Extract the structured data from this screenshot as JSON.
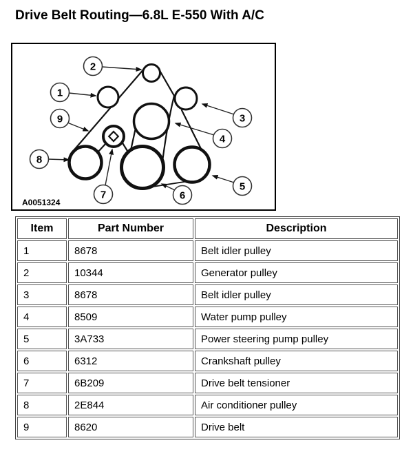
{
  "title": "Drive Belt Routing—6.8L E-550 With A/C",
  "diagram": {
    "figure_id": "A0051324",
    "callouts": [
      {
        "label": "1"
      },
      {
        "label": "2"
      },
      {
        "label": "3"
      },
      {
        "label": "4"
      },
      {
        "label": "5"
      },
      {
        "label": "6"
      },
      {
        "label": "7"
      },
      {
        "label": "8"
      },
      {
        "label": "9"
      }
    ]
  },
  "table": {
    "headers": [
      "Item",
      "Part Number",
      "Description"
    ],
    "rows": [
      {
        "item": "1",
        "part_number": "8678",
        "description": "Belt idler pulley"
      },
      {
        "item": "2",
        "part_number": "10344",
        "description": "Generator pulley"
      },
      {
        "item": "3",
        "part_number": "8678",
        "description": "Belt idler pulley"
      },
      {
        "item": "4",
        "part_number": "8509",
        "description": "Water pump pulley"
      },
      {
        "item": "5",
        "part_number": "3A733",
        "description": "Power steering pump pulley"
      },
      {
        "item": "6",
        "part_number": "6312",
        "description": "Crankshaft pulley"
      },
      {
        "item": "7",
        "part_number": "6B209",
        "description": "Drive belt tensioner"
      },
      {
        "item": "8",
        "part_number": "2E844",
        "description": "Air conditioner pulley"
      },
      {
        "item": "9",
        "part_number": "8620",
        "description": "Drive belt"
      }
    ]
  }
}
